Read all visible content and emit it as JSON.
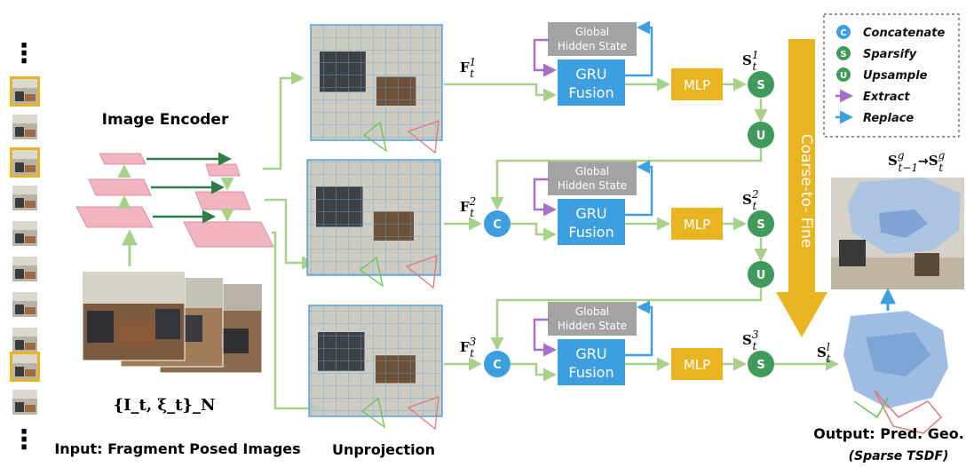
{
  "input": {
    "caption": "Input: Fragment Posed Images",
    "math": "{I_t, ξ_t}_N",
    "dots_top": "⋮",
    "dots_bottom": "⋮"
  },
  "encoder": {
    "title": "Image Encoder"
  },
  "unprojection": {
    "label": "Unprojection"
  },
  "coarse_to_fine": "Coarse-to- Fine",
  "blocks": [
    {
      "hidden_line1": "Global",
      "hidden_line2": "Hidden State",
      "gru_line1": "GRU",
      "gru_line2": "Fusion",
      "mlp": "MLP",
      "feature": "F",
      "feature_sub": "t",
      "feature_sup": "1",
      "sparse": "S",
      "sparse_sub": "t",
      "sparse_sup": "1",
      "op": "S",
      "upsample": "U",
      "concat": ""
    },
    {
      "hidden_line1": "Global",
      "hidden_line2": "Hidden State",
      "gru_line1": "GRU",
      "gru_line2": "Fusion",
      "mlp": "MLP",
      "feature": "F",
      "feature_sub": "t",
      "feature_sup": "2",
      "sparse": "S",
      "sparse_sub": "t",
      "sparse_sup": "2",
      "op": "S",
      "upsample": "U",
      "concat": "C"
    },
    {
      "hidden_line1": "Global",
      "hidden_line2": "Hidden State",
      "gru_line1": "GRU",
      "gru_line2": "Fusion",
      "mlp": "MLP",
      "feature": "F",
      "feature_sub": "t",
      "feature_sup": "3",
      "sparse": "S",
      "sparse_sub": "t",
      "sparse_sup": "3",
      "op": "S",
      "upsample": "",
      "concat": "C"
    }
  ],
  "legend": [
    {
      "symbol": "C",
      "label": "Concatenate",
      "kind": "circle",
      "color": "#3d9fe0"
    },
    {
      "symbol": "S",
      "label": "Sparsify",
      "kind": "circle",
      "color": "#3f9a5c"
    },
    {
      "symbol": "U",
      "label": "Upsample",
      "kind": "circle",
      "color": "#3f9a5c"
    },
    {
      "symbol": "",
      "label": "Extract",
      "kind": "arrow",
      "color": "#a76fc7"
    },
    {
      "symbol": "",
      "label": "Replace",
      "kind": "arrow",
      "color": "#3d9fe0"
    }
  ],
  "output": {
    "caption": "Output: Pred. Geo.",
    "subcaption": "(Sparse TSDF)",
    "sparse_label": "S",
    "sparse_sub": "t",
    "sparse_sup": "l",
    "global_prev": "S",
    "global_prev_sup": "g",
    "global_prev_sub": "t−1",
    "global_arrow": "→",
    "global_now": "S",
    "global_now_sup": "g",
    "global_now_sub": "t"
  },
  "colors": {
    "green_line": "#a8d08a",
    "gru_blue": "#3d9fe0",
    "mlp_yellow": "#e8b422",
    "hidden_gray": "#a3a3a3",
    "op_green": "#3f9a5c",
    "concat_blue": "#3d9fe0",
    "extract_purple": "#a76fc7",
    "replace_blue": "#3d9fe0",
    "encoder_pink": "#f2b4c0",
    "c2f_yellow": "#e8b422",
    "frame_gold": "#e8b422"
  }
}
